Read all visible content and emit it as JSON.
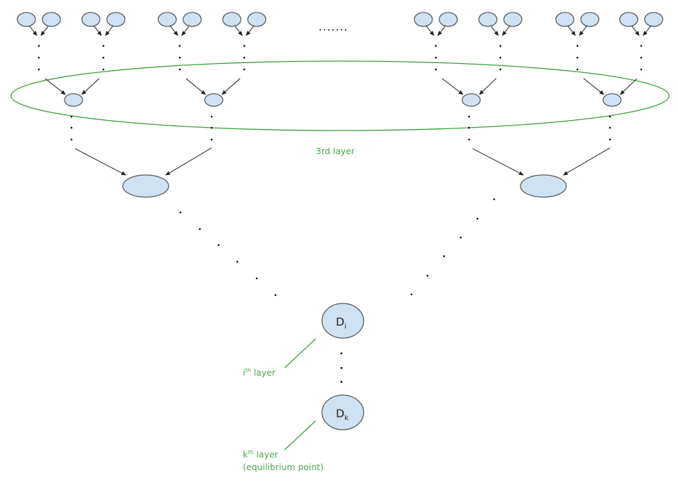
{
  "diagram": {
    "type": "layered-hierarchy",
    "top_ellipsis": ".......",
    "group_label": "3rd layer",
    "layer_labels": {
      "i": {
        "base": "i",
        "sup": "th",
        "text": " layer"
      },
      "k": {
        "base": "k",
        "sup": "th",
        "text": " layer",
        "line2": "(equilibrium point)"
      }
    },
    "nodes": {
      "Di": {
        "base": "D",
        "sub": "i"
      },
      "Dk": {
        "base": "D",
        "sub": "k"
      }
    },
    "colors": {
      "node_fill": "#cfe2f3",
      "node_stroke": "#595959",
      "annotation_green": "#4ca64c",
      "edge": "#404040"
    },
    "leaf_pair_count": 8,
    "third_layer_node_count": 4,
    "fourth_layer_node_count": 2
  }
}
